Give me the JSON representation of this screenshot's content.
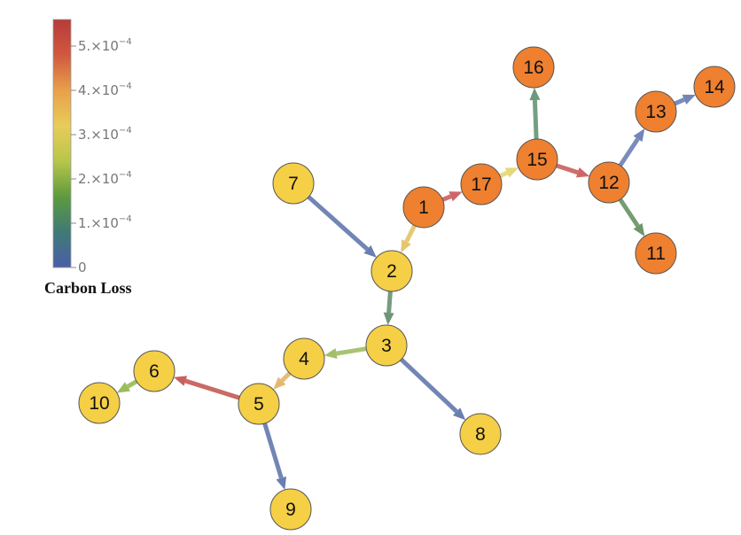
{
  "legend": {
    "title": "Carbon Loss",
    "ticks": [
      {
        "value": 0,
        "mantissa": "0",
        "exponent": ""
      },
      {
        "value": 1,
        "mantissa": "1.×10",
        "exponent": "−4"
      },
      {
        "value": 2,
        "mantissa": "2.×10",
        "exponent": "−4"
      },
      {
        "value": 3,
        "mantissa": "3.×10",
        "exponent": "−4"
      },
      {
        "value": 4,
        "mantissa": "4.×10",
        "exponent": "−4"
      },
      {
        "value": 5,
        "mantissa": "5.×10",
        "exponent": "−4"
      }
    ],
    "scale_max": 5.6,
    "unit_multiplier": "10^-4",
    "gradient": [
      "#4a5ea8",
      "#3f7a76",
      "#5e9a3e",
      "#b8c64a",
      "#e8cc5a",
      "#e8a04a",
      "#d0583f",
      "#b83a3a"
    ]
  },
  "node_colors": {
    "yellow": "#f5cf45",
    "orange": "#ee8030",
    "outline": "#555555"
  },
  "nodes": [
    {
      "id": "1",
      "group": "orange"
    },
    {
      "id": "2",
      "group": "yellow"
    },
    {
      "id": "3",
      "group": "yellow"
    },
    {
      "id": "4",
      "group": "yellow"
    },
    {
      "id": "5",
      "group": "yellow"
    },
    {
      "id": "6",
      "group": "yellow"
    },
    {
      "id": "7",
      "group": "yellow"
    },
    {
      "id": "8",
      "group": "yellow"
    },
    {
      "id": "9",
      "group": "yellow"
    },
    {
      "id": "10",
      "group": "yellow"
    },
    {
      "id": "11",
      "group": "orange"
    },
    {
      "id": "12",
      "group": "orange"
    },
    {
      "id": "13",
      "group": "orange"
    },
    {
      "id": "14",
      "group": "orange"
    },
    {
      "id": "15",
      "group": "orange"
    },
    {
      "id": "16",
      "group": "orange"
    },
    {
      "id": "17",
      "group": "orange"
    }
  ],
  "edges": [
    {
      "source": "7",
      "target": "2",
      "color": "#5a70a8"
    },
    {
      "source": "1",
      "target": "2",
      "color": "#e2c060"
    },
    {
      "source": "1",
      "target": "17",
      "color": "#c85555"
    },
    {
      "source": "17",
      "target": "15",
      "color": "#e3d36b"
    },
    {
      "source": "15",
      "target": "16",
      "color": "#5b8f6c"
    },
    {
      "source": "15",
      "target": "12",
      "color": "#c85555"
    },
    {
      "source": "12",
      "target": "13",
      "color": "#6478b0"
    },
    {
      "source": "13",
      "target": "14",
      "color": "#6478b0"
    },
    {
      "source": "12",
      "target": "11",
      "color": "#5f8a5a"
    },
    {
      "source": "2",
      "target": "3",
      "color": "#5f8a6a"
    },
    {
      "source": "3",
      "target": "4",
      "color": "#9ab85a"
    },
    {
      "source": "3",
      "target": "8",
      "color": "#5a70a8"
    },
    {
      "source": "4",
      "target": "5",
      "color": "#e2b062"
    },
    {
      "source": "5",
      "target": "6",
      "color": "#c0504a"
    },
    {
      "source": "5",
      "target": "9",
      "color": "#5a70a8"
    },
    {
      "source": "6",
      "target": "10",
      "color": "#8fb54a"
    }
  ]
}
